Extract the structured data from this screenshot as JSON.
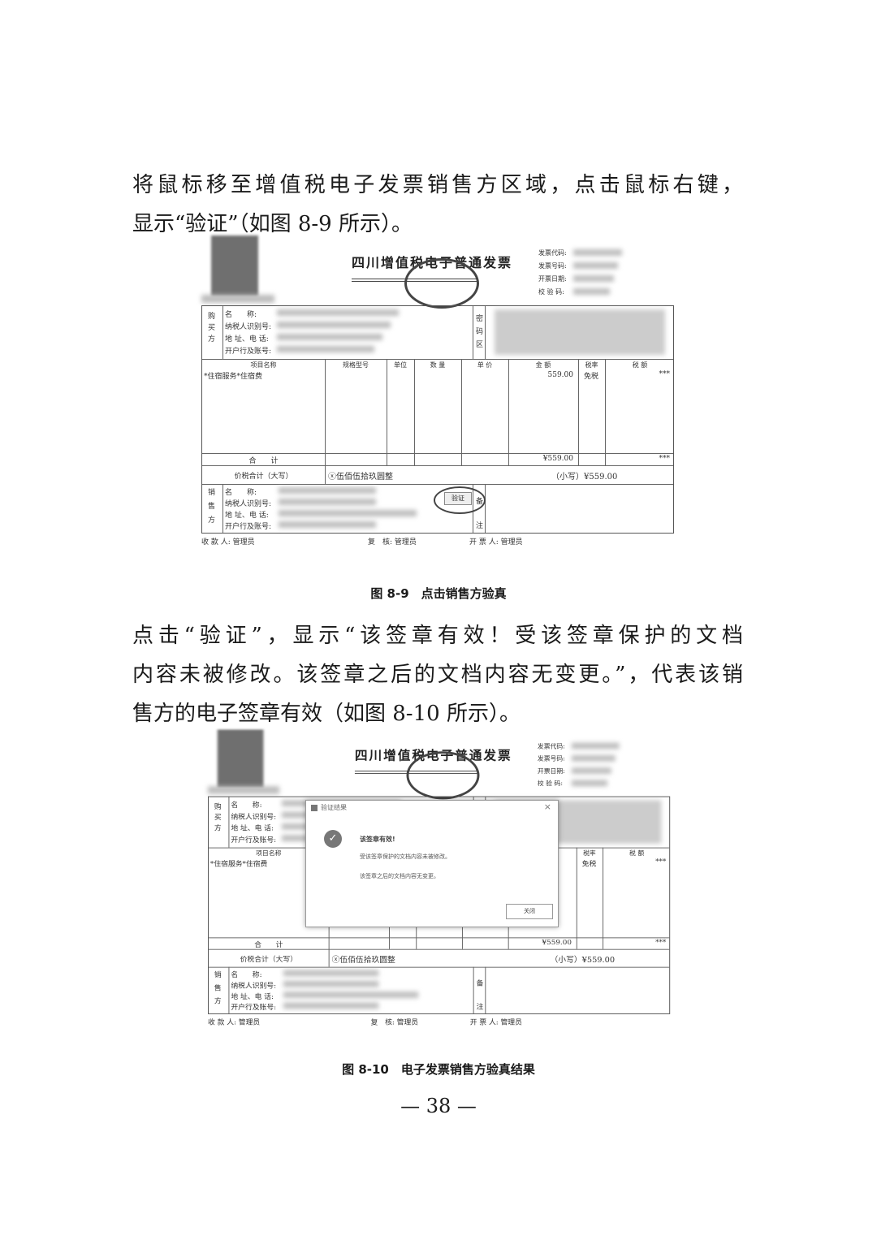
{
  "paragraph1": {
    "line1": "将鼠标移至增值税电子发票销售方区域，点击鼠标右键，",
    "line2": "显示“验证”（如图 8-9 所示）。"
  },
  "figure1_caption": "图 8-9　点击销售方验真",
  "paragraph2": {
    "line1": "点击“验证”，显示“该签章有效！受该签章保护的文档",
    "line2": "内容未被修改。该签章之后的文档内容无变更。”，代表该销",
    "line3": "售方的电子签章有效（如图 8-10 所示）。"
  },
  "figure2_caption": "图 8-10　电子发票销售方验真结果",
  "page_number": "— 38 —",
  "invoice": {
    "title": "四川增值税电子普通发票",
    "meta": [
      "发票代码:",
      "发票号码:",
      "开票日期:",
      "校 验 码:"
    ],
    "buyer_label": "购买方",
    "party_fields": [
      "名　　称:",
      "纳税人识别号:",
      "地 址、电 话:",
      "开户行及账号:"
    ],
    "cipher_label": "密码区",
    "columns": [
      "项目名称",
      "规格型号",
      "单位",
      "数 量",
      "单 价",
      "金 额",
      "税率",
      "税 额"
    ],
    "item": {
      "name": "*住宿服务*住宿费",
      "amount": "559.00",
      "tax_rate": "免税",
      "tax": "***"
    },
    "total_label": "合　　计",
    "total_amount": "¥559.00",
    "total_tax": "***",
    "price_total_label": "价税合计（大写）",
    "price_total_words": "ⓧ伍佰伍拾玖圆整",
    "price_total_small": "（小写）¥559.00",
    "seller_label": "销售方",
    "remarks_label": "备注",
    "footer": [
      "收 款 人: 管理员",
      "复　核: 管理员",
      "开 票 人: 管理员"
    ]
  },
  "verify_button": "验证",
  "dialog": {
    "title": "验证结果",
    "heading": "该签章有效!",
    "line1": "受该签章保护的文档内容未被修改。",
    "line2": "该签章之后的文档内容无变更。",
    "close_button": "关闭"
  }
}
